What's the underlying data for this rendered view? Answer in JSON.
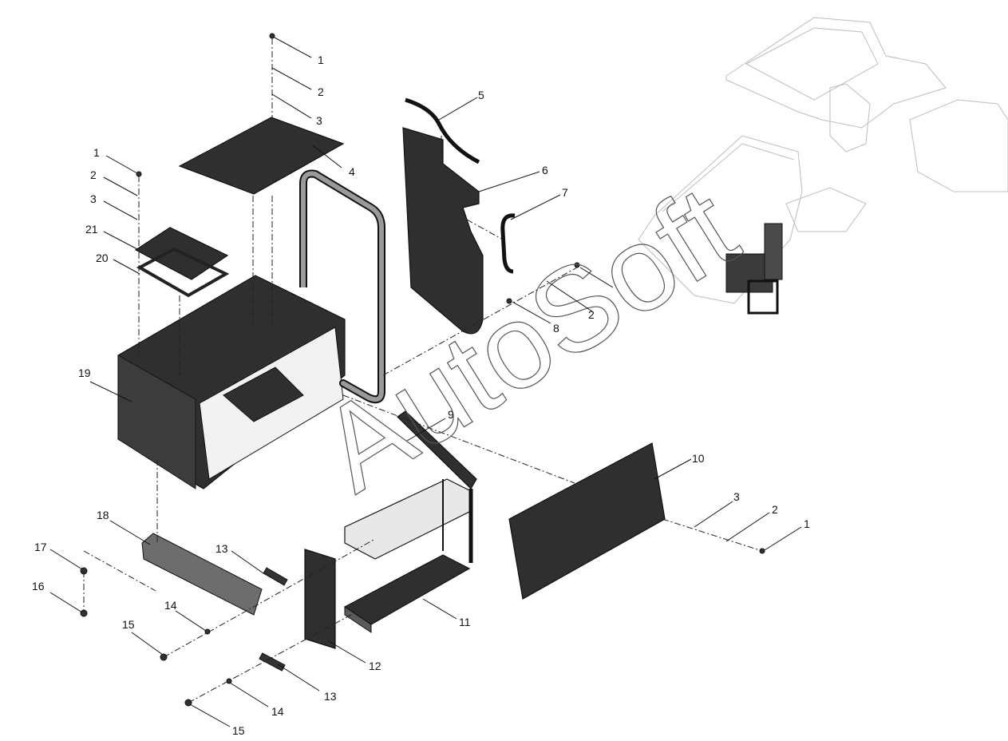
{
  "watermark": "AutoSoft",
  "callouts": {
    "c1a": "1",
    "c2a": "2",
    "c3a": "3",
    "c4": "4",
    "c5": "5",
    "c6": "6",
    "c7": "7",
    "c1b": "1",
    "c2b": "2",
    "c3b": "3",
    "c21": "21",
    "c20": "20",
    "c2c": "2",
    "c8": "8",
    "c19": "19",
    "c9": "9",
    "c10": "10",
    "c3c": "3",
    "c2d": "2",
    "c1c": "1",
    "c18": "18",
    "c13a": "13",
    "c17": "17",
    "c16": "16",
    "c14a": "14",
    "c15a": "15",
    "c11": "11",
    "c12": "12",
    "c13b": "13",
    "c14b": "14",
    "c15b": "15"
  }
}
